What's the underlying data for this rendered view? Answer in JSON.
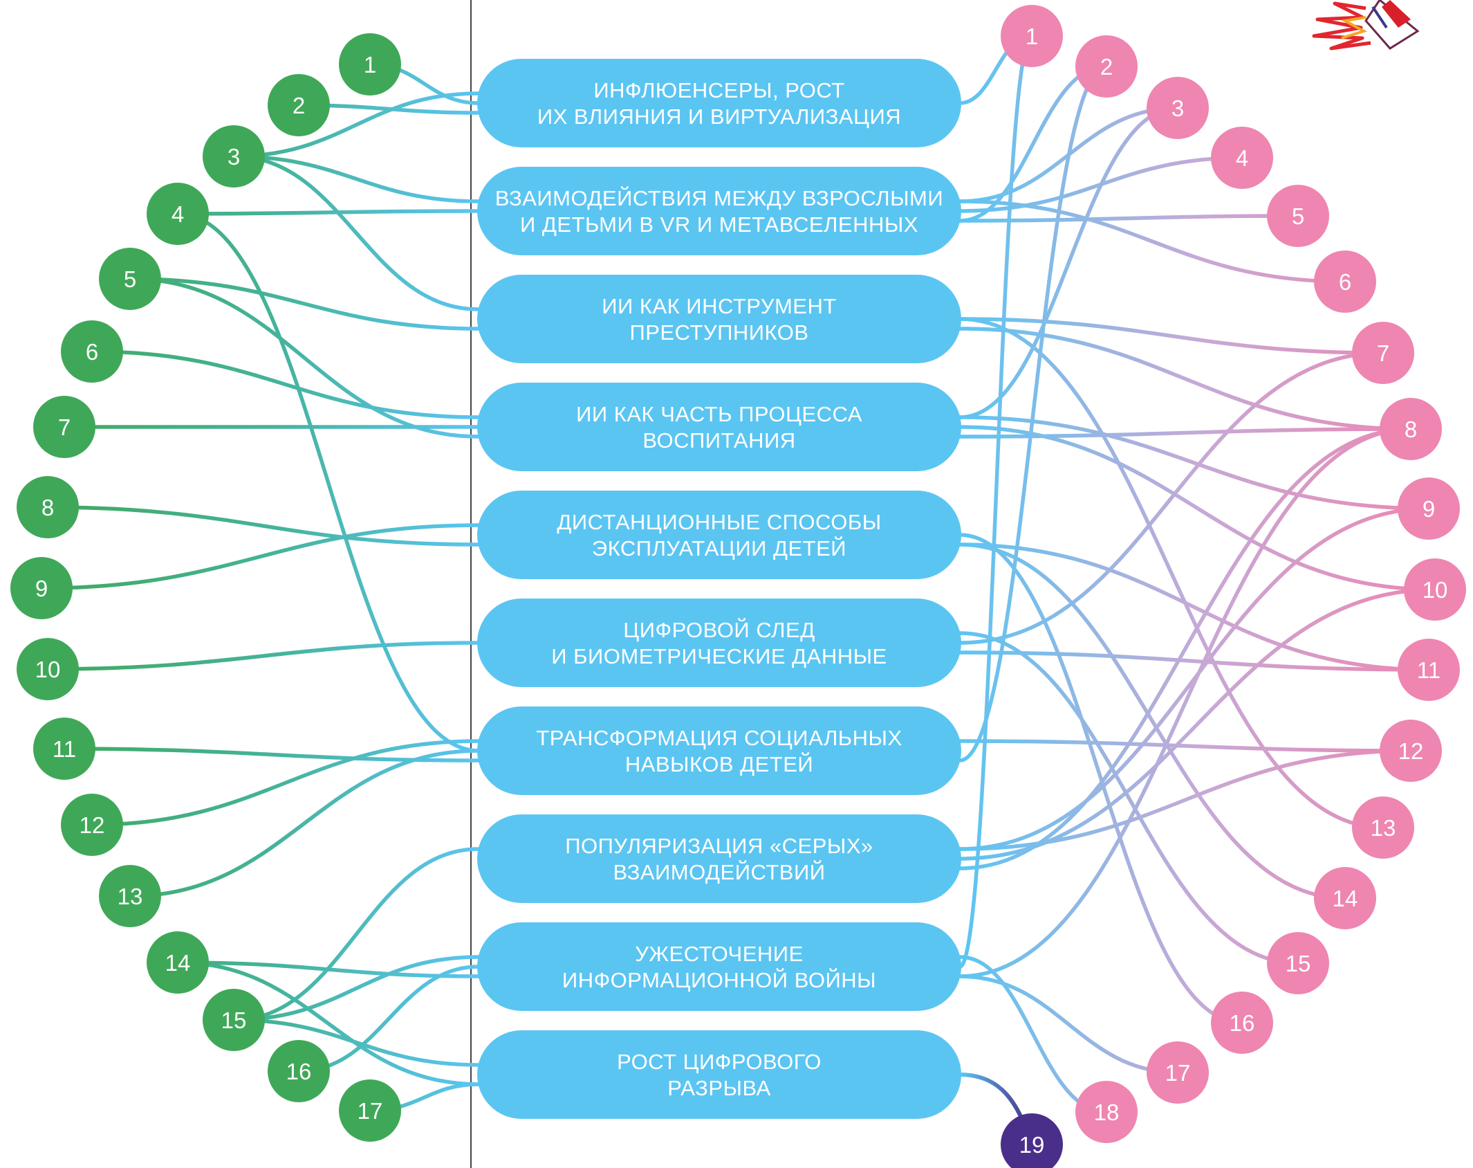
{
  "topics": [
    {
      "id": 1,
      "lines": [
        "ИНФЛЮЕНСЕРЫ, РОСТ",
        "ИХ ВЛИЯНИЯ И ВИРТУАЛИЗАЦИЯ"
      ]
    },
    {
      "id": 2,
      "lines": [
        "ВЗАИМОДЕЙСТВИЯ МЕЖДУ ВЗРОСЛЫМИ",
        "И ДЕТЬМИ В VR И МЕТАВСЕЛЕННЫХ"
      ]
    },
    {
      "id": 3,
      "lines": [
        "ИИ КАК ИНСТРУМЕНТ",
        "ПРЕСТУПНИКОВ"
      ]
    },
    {
      "id": 4,
      "lines": [
        "ИИ КАК ЧАСТЬ ПРОЦЕССА",
        "ВОСПИТАНИЯ"
      ]
    },
    {
      "id": 5,
      "lines": [
        "ДИСТАНЦИОННЫЕ СПОСОБЫ",
        "ЭКСПЛУАТАЦИИ ДЕТЕЙ"
      ]
    },
    {
      "id": 6,
      "lines": [
        "ЦИФРОВОЙ СЛЕД",
        "И БИОМЕТРИЧЕСКИЕ ДАННЫЕ"
      ]
    },
    {
      "id": 7,
      "lines": [
        "ТРАНСФОРМАЦИЯ СОЦИАЛЬНЫХ",
        "НАВЫКОВ ДЕТЕЙ"
      ]
    },
    {
      "id": 8,
      "lines": [
        "ПОПУЛЯРИЗАЦИЯ «СЕРЫХ»",
        "ВЗАИМОДЕЙСТВИЙ"
      ]
    },
    {
      "id": 9,
      "lines": [
        "УЖЕСТОЧЕНИЕ",
        "ИНФОРМАЦИОННОЙ ВОЙНЫ"
      ]
    },
    {
      "id": 10,
      "lines": [
        "РОСТ ЦИФРОВОГО",
        "РАЗРЫВА"
      ]
    }
  ],
  "left_nodes": [
    "1",
    "2",
    "3",
    "4",
    "5",
    "6",
    "7",
    "8",
    "9",
    "10",
    "11",
    "12",
    "13",
    "14",
    "15",
    "16",
    "17"
  ],
  "right_nodes": [
    "1",
    "2",
    "3",
    "4",
    "5",
    "6",
    "7",
    "8",
    "9",
    "10",
    "11",
    "12",
    "13",
    "14",
    "15",
    "16",
    "17",
    "18"
  ],
  "extra_node": "19",
  "left_links": [
    [
      1,
      1
    ],
    [
      2,
      1
    ],
    [
      3,
      1
    ],
    [
      3,
      2
    ],
    [
      3,
      3
    ],
    [
      4,
      2
    ],
    [
      4,
      7
    ],
    [
      5,
      3
    ],
    [
      5,
      4
    ],
    [
      6,
      4
    ],
    [
      7,
      4
    ],
    [
      8,
      5
    ],
    [
      9,
      5
    ],
    [
      10,
      6
    ],
    [
      11,
      7
    ],
    [
      12,
      7
    ],
    [
      13,
      7
    ],
    [
      14,
      9
    ],
    [
      14,
      10
    ],
    [
      15,
      8
    ],
    [
      15,
      9
    ],
    [
      15,
      10
    ],
    [
      16,
      9
    ],
    [
      17,
      10
    ]
  ],
  "right_links": [
    [
      1,
      1
    ],
    [
      2,
      2
    ],
    [
      2,
      7
    ],
    [
      3,
      4
    ],
    [
      1,
      9
    ],
    [
      3,
      2
    ],
    [
      4,
      2
    ],
    [
      5,
      2
    ],
    [
      6,
      2
    ],
    [
      7,
      3
    ],
    [
      8,
      3
    ],
    [
      13,
      3
    ],
    [
      8,
      4
    ],
    [
      9,
      4
    ],
    [
      10,
      4
    ],
    [
      14,
      5
    ],
    [
      16,
      5
    ],
    [
      11,
      5
    ],
    [
      7,
      6
    ],
    [
      11,
      6
    ],
    [
      15,
      6
    ],
    [
      12,
      7
    ],
    [
      8,
      8
    ],
    [
      9,
      8
    ],
    [
      12,
      8
    ],
    [
      10,
      8
    ],
    [
      17,
      9
    ],
    [
      18,
      9
    ],
    [
      8,
      9
    ]
  ],
  "extra_link": [
    10,
    19
  ],
  "colors": {
    "green": "#3FA858",
    "pill": "#5BC5F2",
    "pink": "#EE86B1",
    "purple": "#4A2F8A",
    "divider": "#444444",
    "text": "#ffffff"
  }
}
